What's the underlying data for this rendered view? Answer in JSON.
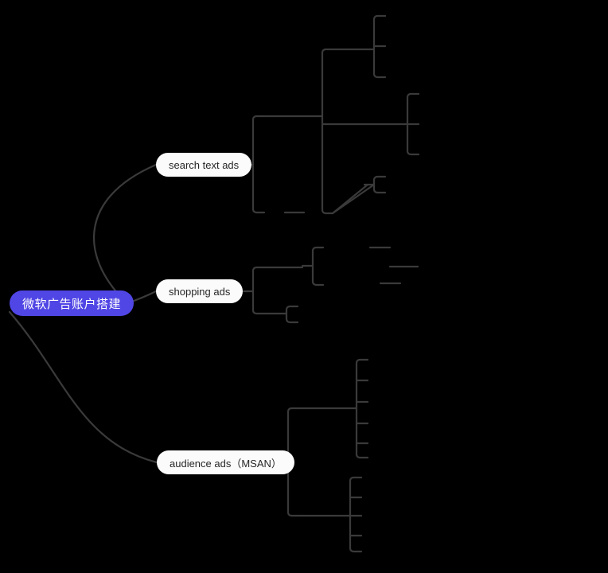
{
  "diagram": {
    "type": "mind-map",
    "title": "微软广告账户搭建",
    "background_color": "#000000",
    "edge_color": "#3a3a3a",
    "root": {
      "label": "微软广告账户搭建",
      "fill_color": "#5046e5",
      "text_color": "#ffffff"
    },
    "branches": [
      {
        "id": "search-text-ads",
        "label": "search text ads",
        "fill_color": "#fbfbfb",
        "text_color": "#262626",
        "children": [
          {
            "label": "",
            "children": [
              {
                "label": "",
                "children": [
                  {
                    "label": ""
                  },
                  {
                    "label": ""
                  },
                  {
                    "label": ""
                  }
                ]
              },
              {
                "label": "",
                "children": [
                  {
                    "label": ""
                  },
                  {
                    "label": ""
                  },
                  {
                    "label": ""
                  }
                ]
              },
              {
                "label": "",
                "children": [
                  {
                    "label": ""
                  },
                  {
                    "label": ""
                  }
                ]
              }
            ]
          },
          {
            "label": "",
            "children": []
          }
        ]
      },
      {
        "id": "shopping-ads",
        "label": "shopping ads",
        "fill_color": "#fbfbfb",
        "text_color": "#262626",
        "children": [
          {
            "label": "",
            "children": [
              {
                "label": ""
              },
              {
                "label": ""
              },
              {
                "label": ""
              }
            ]
          },
          {
            "label": "",
            "children": [
              {
                "label": ""
              },
              {
                "label": ""
              }
            ]
          }
        ]
      },
      {
        "id": "audience-ads-msan",
        "label": "audience ads（MSAN）",
        "fill_color": "#fbfbfb",
        "text_color": "#262626",
        "children": [
          {
            "label": "",
            "children": [
              {
                "label": ""
              },
              {
                "label": ""
              },
              {
                "label": ""
              },
              {
                "label": ""
              },
              {
                "label": ""
              },
              {
                "label": ""
              }
            ]
          },
          {
            "label": "",
            "children": [
              {
                "label": ""
              },
              {
                "label": ""
              },
              {
                "label": ""
              },
              {
                "label": ""
              },
              {
                "label": ""
              }
            ]
          }
        ]
      }
    ]
  }
}
